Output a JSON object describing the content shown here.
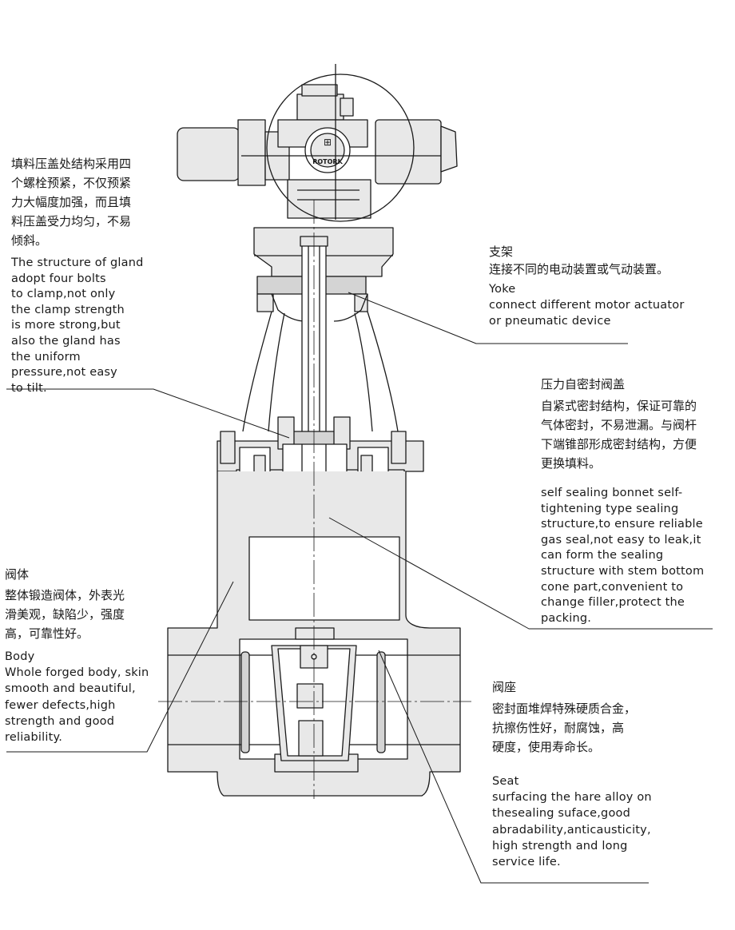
{
  "packing_gland": {
    "cn": "填料压盖处结构采用四\n个螺栓预紧，不仅预紧\n力大幅度加强，而且填\n料压盖受力均匀，不易\n倾斜。",
    "en": "The structure of gland\nadopt four bolts\nto clamp,not only\nthe clamp strength\nis more strong,but\nalso the gland has\nthe uniform\npressure,not easy\nto tilt."
  },
  "yoke": {
    "cn_title": "支架",
    "cn_desc": "连接不同的电动装置或气动装置。",
    "en_title": "Yoke",
    "en_desc": "connect different motor actuator\nor pneumatic device"
  },
  "bonnet": {
    "cn_title": "压力自密封阀盖",
    "cn_desc": "自紧式密封结构，保证可靠的\n气体密封，不易泄漏。与阀杆\n下端锥部形成密封结构，方便\n更换填料。",
    "en": "self sealing bonnet self-\ntightening type sealing\nstructure,to ensure reliable\ngas seal,not easy to leak,it\ncan form the sealing\nstructure with stem bottom\ncone part,convenient to\nchange filler,protect the\npacking."
  },
  "body": {
    "cn_title": "阀体",
    "cn_desc": "整体锻造阀体，外表光\n滑美观，缺陷少，强度\n高，可靠性好。",
    "en_title": "Body",
    "en_desc": "Whole forged body, skin\nsmooth and beautiful,\nfewer defects,high\nstrength and good\nreliability."
  },
  "seat": {
    "cn_title": "阀座",
    "cn_desc": "密封面堆焊特殊硬质合金，\n抗擦伤性好，耐腐蚀，高\n硬度，使用寿命长。",
    "en_title": "Seat",
    "en_desc": "surfacing the hare alloy on\nthesealing suface,good\nabradability,anticausticity,\nhigh strength and long\nservice life."
  },
  "actuator_nameplate": {
    "symbol": "⊞",
    "label": "ROTORK"
  },
  "colors": {
    "line": "#1a1a1a",
    "fill": "#e8e8e8",
    "fill_dark": "#d4d4d4"
  }
}
